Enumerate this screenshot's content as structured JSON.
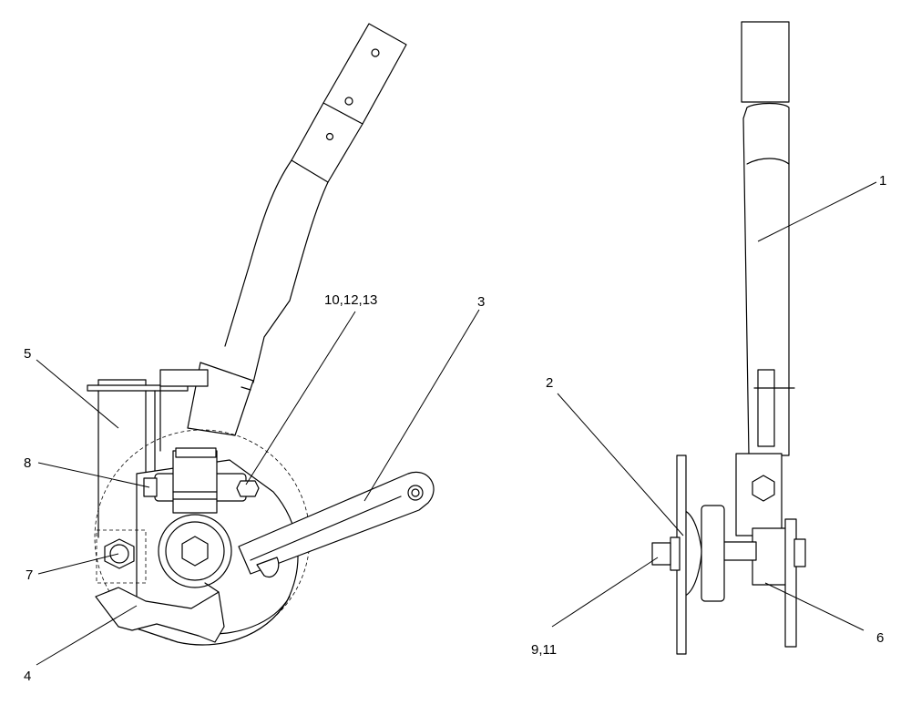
{
  "callouts": [
    {
      "id": "c1",
      "text": "1"
    },
    {
      "id": "c2",
      "text": "2"
    },
    {
      "id": "c3",
      "text": "3"
    },
    {
      "id": "c4",
      "text": "4"
    },
    {
      "id": "c5",
      "text": "5"
    },
    {
      "id": "c6",
      "text": "6"
    },
    {
      "id": "c7",
      "text": "7"
    },
    {
      "id": "c8",
      "text": "8"
    },
    {
      "id": "c9",
      "text": "9,11"
    },
    {
      "id": "c10",
      "text": "10,12,13"
    }
  ],
  "colors": {
    "line": "#000000",
    "background": "#ffffff"
  }
}
